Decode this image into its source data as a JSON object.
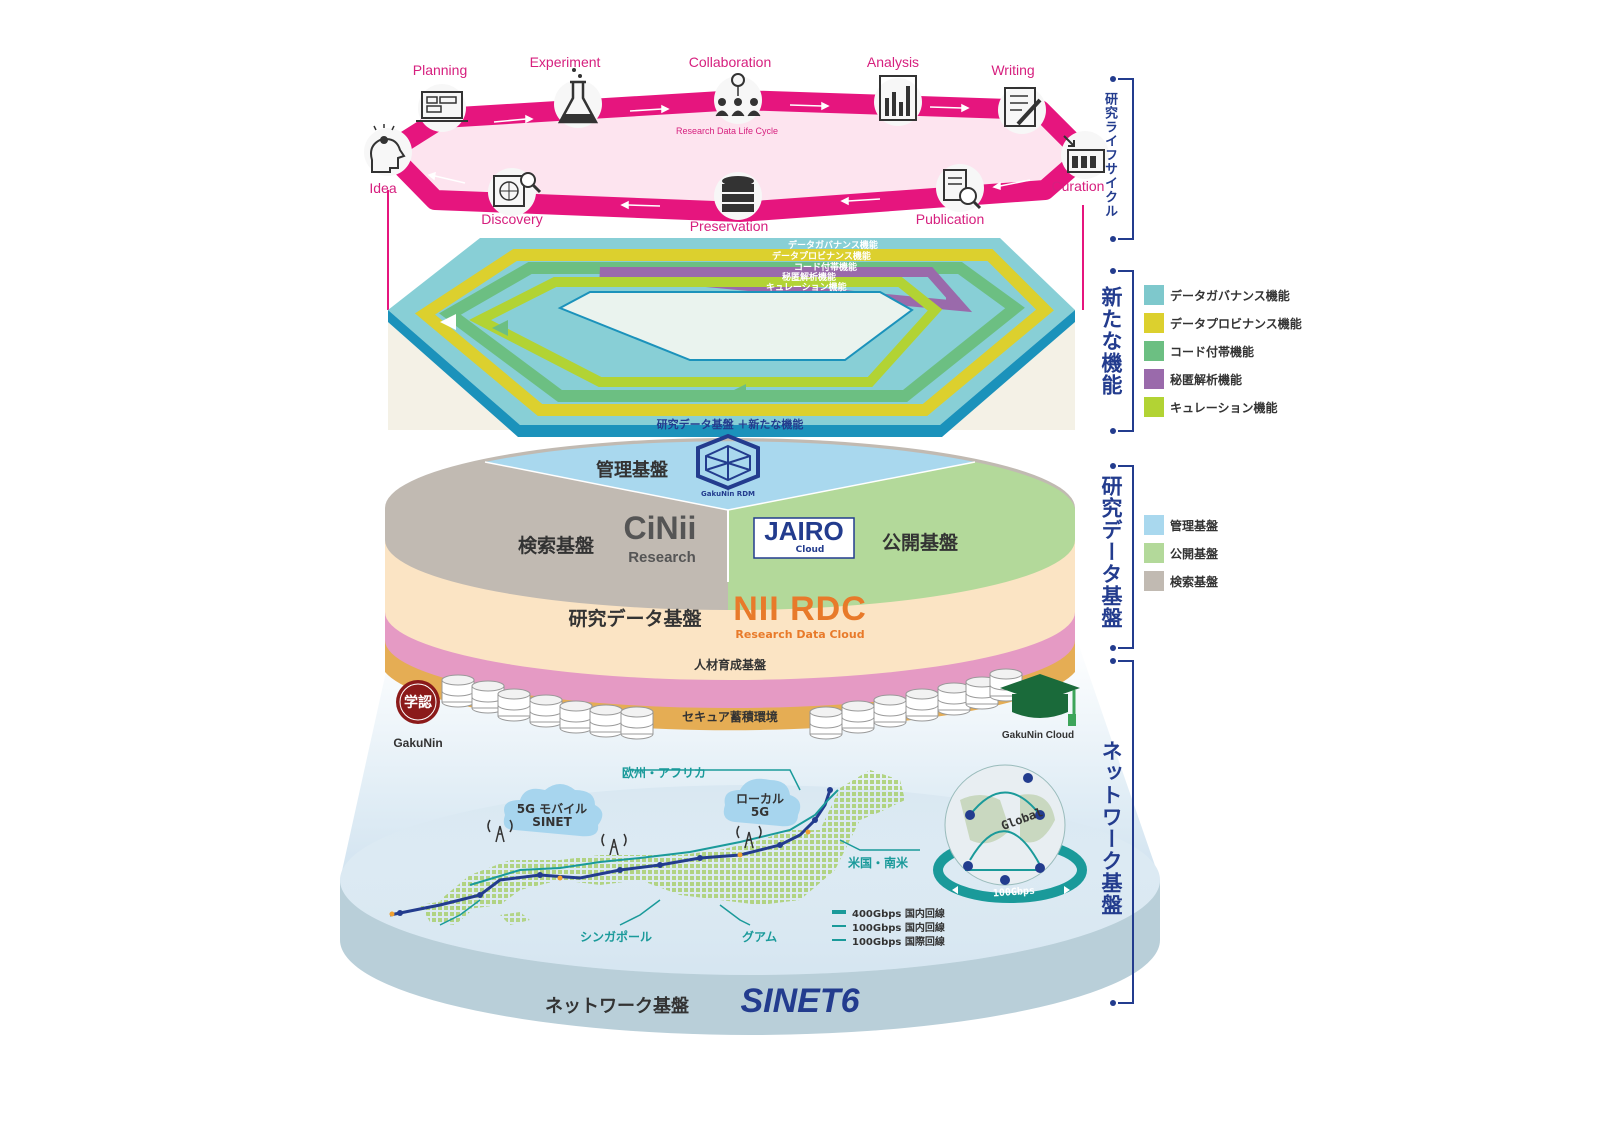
{
  "lifecycle": {
    "center_label": "Research Data Life Cycle",
    "stages": [
      "Planning",
      "Experiment",
      "Collaboration",
      "Analysis",
      "Writing",
      "Idea",
      "Curation",
      "Discovery",
      "Preservation",
      "Publication"
    ]
  },
  "brackets": {
    "lifecycle": "研究ライフサイクル",
    "new_functions": "新たな機能",
    "research_data": "研究データ基盤",
    "network": "ネットワーク基盤"
  },
  "legend_new_functions": [
    {
      "label": "データガバナンス機能",
      "color": "#7ec8cc"
    },
    {
      "label": "データプロビナンス機能",
      "color": "#dcd02e"
    },
    {
      "label": "コード付帯機能",
      "color": "#6cbf82"
    },
    {
      "label": "秘匿解析機能",
      "color": "#9a6aab"
    },
    {
      "label": "キュレーション機能",
      "color": "#b2d334"
    }
  ],
  "legend_research_data": [
    {
      "label": "管理基盤",
      "color": "#a9d8ee"
    },
    {
      "label": "公開基盤",
      "color": "#b3d99a"
    },
    {
      "label": "検索基盤",
      "color": "#c1bab2"
    }
  ],
  "top_layer": {
    "arrow_labels": [
      "データガバナンス機能",
      "データプロビナンス機能",
      "コード付帯機能",
      "秘匿解析機能",
      "キュレーション機能"
    ],
    "caption": "研究データ基盤 ＋新たな機能"
  },
  "disc": {
    "management": "管理基盤",
    "management_logo": "GakuNin RDM",
    "search": "検索基盤",
    "search_logo_main": "CiNii",
    "search_logo_sub": "Research",
    "publish": "公開基盤",
    "publish_logo_main": "JAIRO",
    "publish_logo_sub": "Cloud",
    "research_data": "研究データ基盤",
    "rdc_main": "NII RDC",
    "rdc_sub": "Research Data Cloud",
    "hr": "人材育成基盤",
    "storage": "セキュア蓄積環境",
    "gakunin": "GakuNin",
    "gakunin_seal": "学認",
    "gakunin_cloud": "GakuNin Cloud"
  },
  "network": {
    "europe_africa": "欧州・アフリカ",
    "us_latam": "米国・南米",
    "singapore": "シンガポール",
    "guam": "グアム",
    "mobile_5g_line1": "5G モバイル",
    "mobile_5g_line2": "SINET",
    "local_5g_line1": "ローカル",
    "local_5g_line2": "5G",
    "global": "Global",
    "ring_speed": "100Gbps",
    "legend": [
      "400Gbps 国内回線",
      "100Gbps 国内回線",
      "100Gbps 国際回線"
    ],
    "base_label": "ネットワーク基盤",
    "sinet_logo": "SINET6"
  },
  "colors": {
    "magenta": "#e6157e",
    "navy": "#233c8e",
    "teal": "#1a9a9a"
  }
}
